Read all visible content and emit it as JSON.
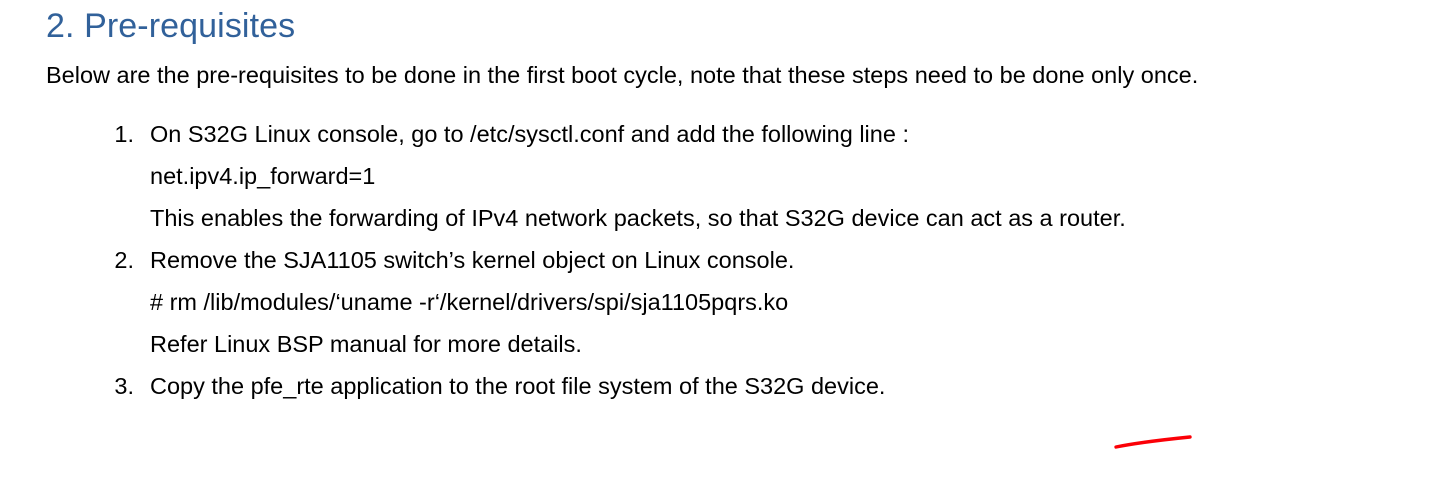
{
  "document": {
    "heading": "2. Pre-requisites",
    "intro": "Below are the pre-requisites to be done in the first boot cycle, note that these steps need to be done only once.",
    "steps": [
      {
        "number": "1.",
        "lines": [
          "On S32G Linux console, go to /etc/sysctl.conf and add the following line :",
          "net.ipv4.ip_forward=1",
          "This enables the forwarding of IPv4 network packets, so that S32G device can act as a router."
        ]
      },
      {
        "number": "2.",
        "lines": [
          "Remove the SJA1105 switch’s kernel object on Linux console.",
          "# rm /lib/modules/‘uname -r‘/kernel/drivers/spi/sja1105pqrs.ko",
          "Refer Linux BSP manual for more details."
        ]
      },
      {
        "number": "3.",
        "lines": [
          "Copy the pfe_rte application to the root file system of the S32G device."
        ]
      }
    ]
  },
  "annotations": {
    "underline_mark": {
      "color": "#fb0007",
      "shape": "hand-drawn-line"
    }
  },
  "colors": {
    "heading": "#31619a",
    "body_text": "#000000",
    "page_background": "#ffffff",
    "annotation_red": "#fb0007"
  }
}
